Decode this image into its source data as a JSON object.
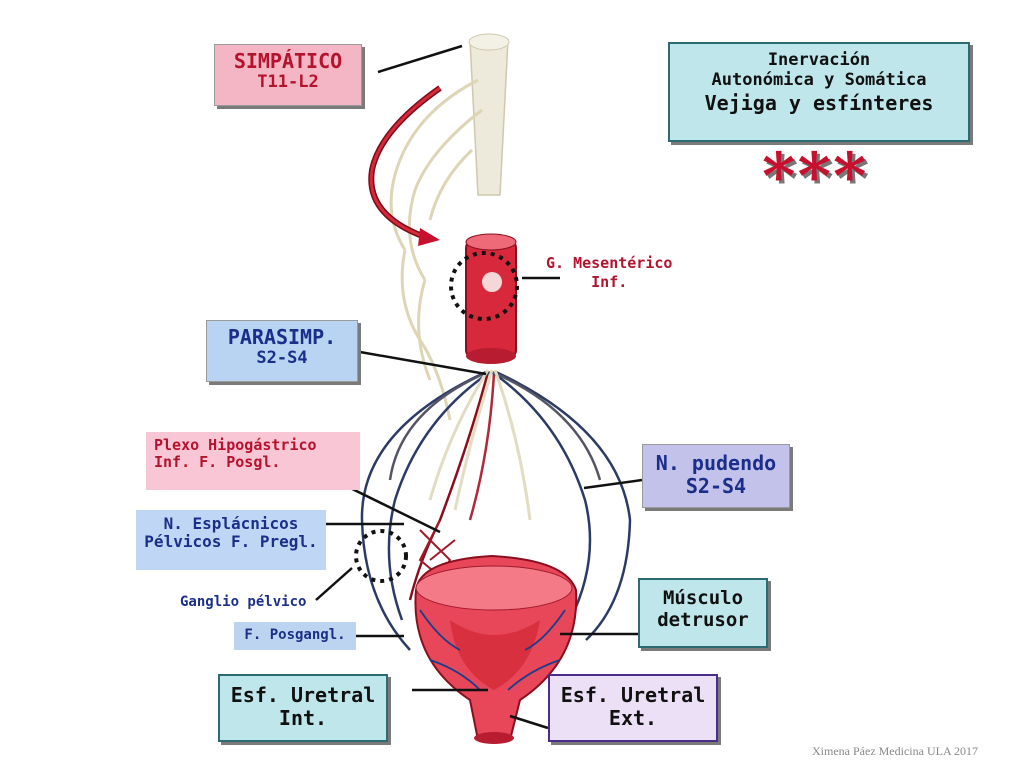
{
  "title": {
    "line1": "Inervación",
    "line2": "Autonómica y Somática",
    "line3": "Vejiga y esfínteres"
  },
  "stars": "***",
  "labels": {
    "simpatico": {
      "name": "SIMPÁTICO",
      "levels": "T11-L2"
    },
    "parasimp": {
      "name": "PARASIMP.",
      "levels": "S2-S4"
    },
    "plexo": {
      "line1": "Plexo Hipogástrico",
      "line2": "Inf. F. Posgl."
    },
    "esplacnicos": {
      "line1": "N. Esplácnicos",
      "line2": "Pélvicos F. Pregl."
    },
    "ganglio": "Ganglio pélvico",
    "posgangl": "F. Posgangl.",
    "mesenterico": {
      "line1": "G. Mesentérico",
      "line2": "Inf."
    },
    "pudendo": {
      "name": "N. pudendo",
      "levels": "S2-S4"
    },
    "detrusor": {
      "line1": "Músculo",
      "line2": "detrusor"
    },
    "esf_int": {
      "line1": "Esf. Uretral",
      "line2": "Int."
    },
    "esf_ext": {
      "line1": "Esf. Uretral",
      "line2": "Ext."
    }
  },
  "credit": "Ximena Páez Medicina ULA 2017",
  "colors": {
    "sympathetic": "#c8102e",
    "parasympathetic": "#1b2f8a",
    "bladder": "#e8475a",
    "nerve": "#e9e3cc"
  }
}
